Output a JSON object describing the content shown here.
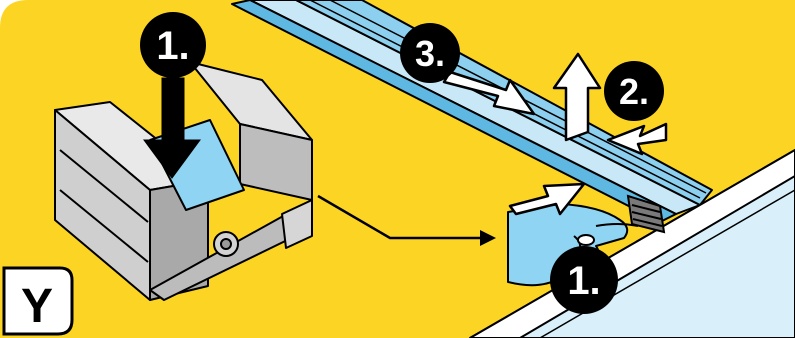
{
  "colors": {
    "background": "#fcd423",
    "rail_light": "#c8e8f7",
    "rail_mid": "#8ccfee",
    "rail_dark": "#5fb8e2",
    "part_grey": "#d3d3d3",
    "part_grey_dark": "#a9a9a9",
    "accent_blue": "#8fd4f2",
    "outline": "#000000",
    "panel_white": "#ffffff"
  },
  "panel_badge": "Y",
  "steps": {
    "clip_press": "1.",
    "slide": "3.",
    "lift": "2.",
    "hand_press": "1."
  },
  "icons": [
    "arrow-down-icon",
    "arrow-right-icon",
    "arrow-up-icon",
    "arrow-left-icon",
    "hand-icon",
    "clip-icon"
  ]
}
